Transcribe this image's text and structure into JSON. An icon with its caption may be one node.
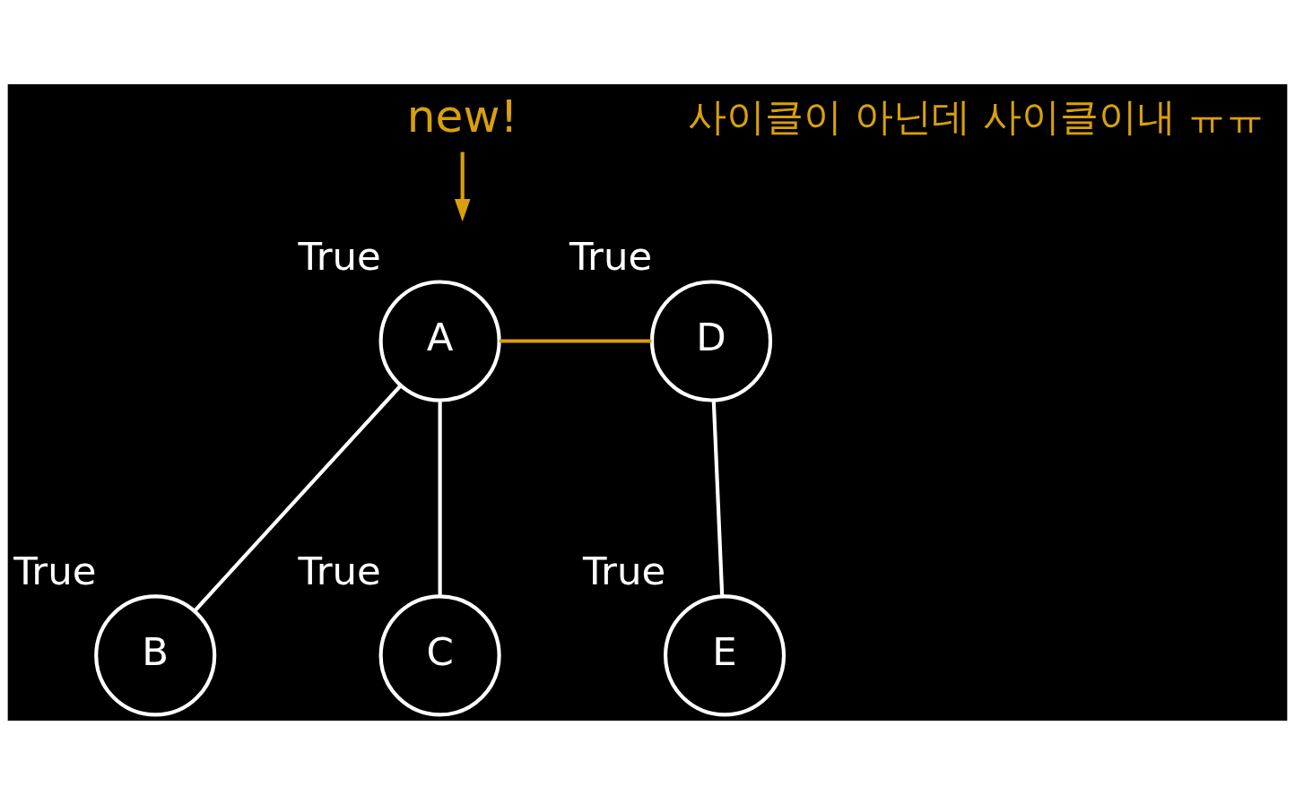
{
  "diagram": {
    "nodes": [
      {
        "text": [
          "A"
        ],
        "beside": [
          "True"
        ]
      },
      {
        "text": [
          "B"
        ],
        "beside": [
          "True"
        ]
      },
      {
        "text": [
          "C"
        ],
        "beside": [
          "True"
        ]
      },
      {
        "text": [
          "D"
        ],
        "beside": [
          "True"
        ]
      },
      {
        "text": [
          "E"
        ],
        "beside": [
          "True"
        ]
      },
      {
        "text": [
          "new!"
        ]
      }
    ],
    "edges": [
      {
        "from": 0,
        "to": 1,
        "arrow": "none"
      },
      {
        "from": 0,
        "to": 2,
        "arrow": "none"
      },
      {
        "from": 0,
        "to": 3,
        "arrow": "none",
        "color": "#d9a00b"
      },
      {
        "from": 3,
        "to": 4,
        "arrow": "none"
      },
      {
        "from": 5,
        "to": null,
        "arrow": "to",
        "color": "#d9a00b"
      }
    ],
    "labels": [
      "사이클이 아닌데 사이클이내 ㅠㅠ"
    ]
  }
}
